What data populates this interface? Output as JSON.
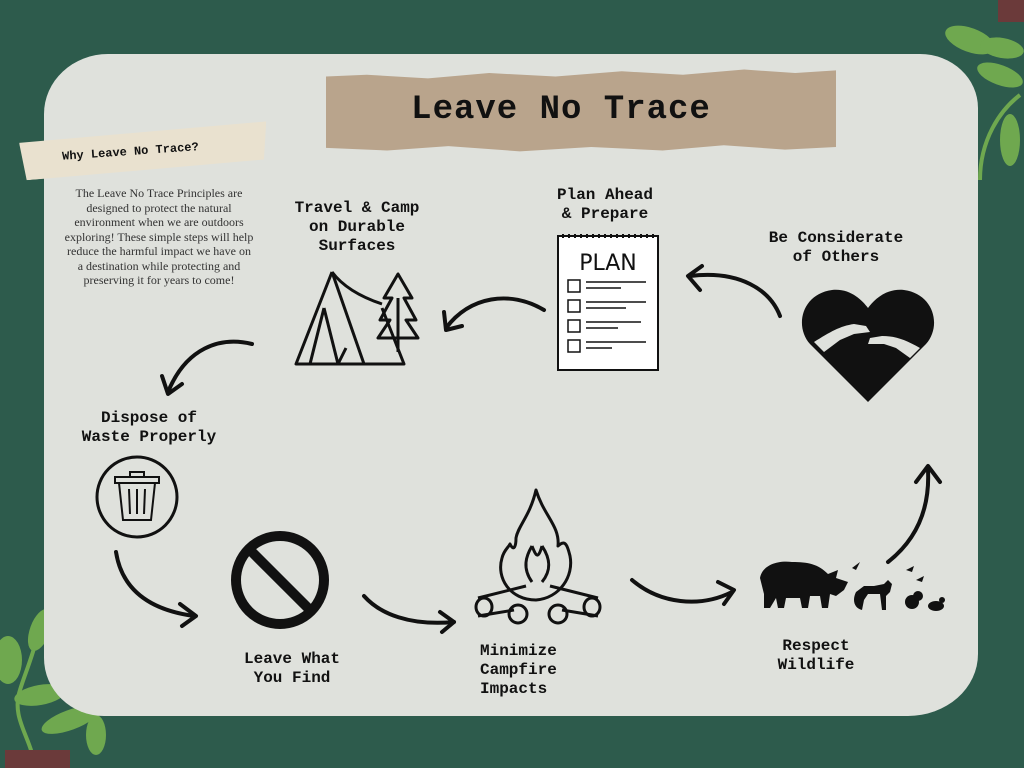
{
  "title": "Leave No Trace",
  "intro": {
    "heading": "Why Leave No Trace?",
    "body": "The Leave No Trace Principles are designed to protect the natural environment when we are outdoors exploring! These simple steps will help reduce the harmful impact we have on a destination while protecting and preserving it for years to come!"
  },
  "principles": [
    {
      "label": "Plan Ahead\n& Prepare",
      "icon": "plan-notepad-icon"
    },
    {
      "label": "Travel & Camp\non Durable\nSurfaces",
      "icon": "tent-tree-icon"
    },
    {
      "label": "Dispose of\nWaste Properly",
      "icon": "trash-can-icon"
    },
    {
      "label": "Leave What\nYou Find",
      "icon": "prohibited-icon"
    },
    {
      "label": "Minimize\nCampfire\nImpacts",
      "icon": "campfire-icon"
    },
    {
      "label": "Respect\nWildlife",
      "icon": "wildlife-icon"
    },
    {
      "label": "Be Considerate\nof Others",
      "icon": "heart-hands-icon"
    }
  ],
  "notepad_text": "PLAN",
  "colors": {
    "background": "#2d5b4c",
    "card": "#dfe1dc",
    "title_paper": "#b9a48c",
    "tape": "#e9e1cf",
    "leaf": "#6fa84f",
    "pot": "#6b3a3a",
    "ink": "#111111"
  }
}
